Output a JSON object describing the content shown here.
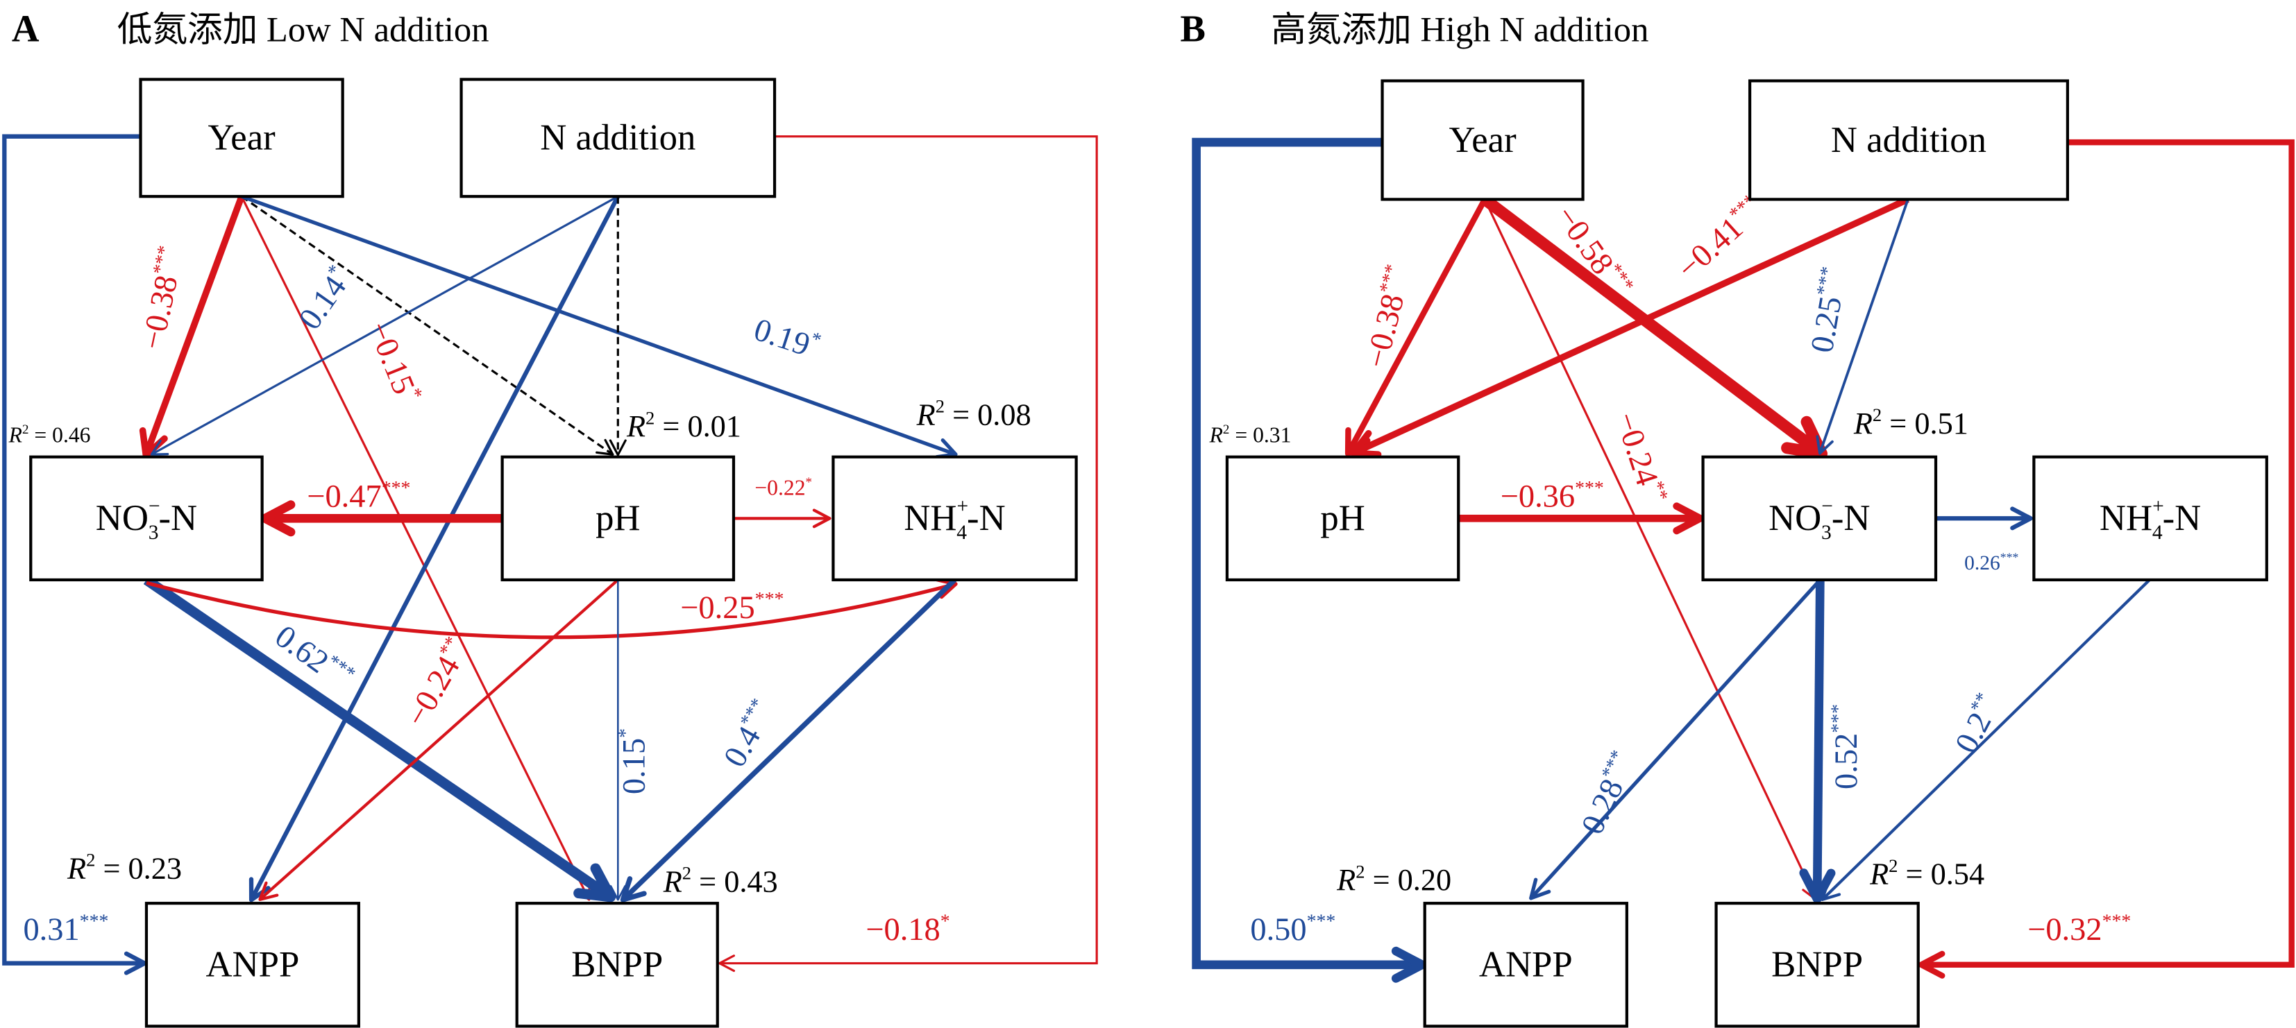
{
  "colors": {
    "positive": "#1f4a99",
    "negative": "#d7141b",
    "neutral": "#000000"
  },
  "r2_symbol": "R",
  "r2_exp": "2",
  "r2_eq": " = ",
  "panels": [
    {
      "letter": "A",
      "title": "低氮添加 Low N addition",
      "nodes": {
        "year": {
          "label": "Year"
        },
        "nadd": {
          "label": "N addition"
        },
        "no3": {
          "base": "NO",
          "sub": "3",
          "sup": "−",
          "suffix": "-N"
        },
        "ph": {
          "label": "pH"
        },
        "nh4": {
          "base": "NH",
          "sub": "4",
          "sup": "+",
          "suffix": "-N"
        },
        "anpp": {
          "label": "ANPP"
        },
        "bnpp": {
          "label": "BNPP"
        }
      },
      "r2": {
        "no3": "0.46",
        "ph": "0.01",
        "nh4": "0.08",
        "anpp": "0.23",
        "bnpp": "0.43"
      },
      "paths": {
        "year_no3": {
          "coef": "−0.38",
          "sig": "***",
          "sign": "negative"
        },
        "year_bnpp": {
          "coef": "−0.15",
          "sig": "*",
          "sign": "negative"
        },
        "year_ph": {
          "sign": "neutral",
          "style": "dashed"
        },
        "year_nh4": {
          "coef": "0.19",
          "sig": "*",
          "sign": "positive"
        },
        "nadd_no3": {
          "coef": "0.14",
          "sig": "*",
          "sign": "positive"
        },
        "nadd_anpp": {
          "sign": "positive"
        },
        "nadd_ph": {
          "sign": "neutral",
          "style": "dashed"
        },
        "ph_no3": {
          "coef": "−0.47",
          "sig": "***",
          "sign": "negative"
        },
        "ph_nh4": {
          "coef": "−0.22",
          "sig": "*",
          "sign": "negative"
        },
        "no3_bnpp": {
          "coef": "0.62",
          "sig": "***",
          "sign": "positive"
        },
        "no3_nh4": {
          "coef": "−0.25",
          "sig": "***",
          "sign": "negative"
        },
        "ph_anpp": {
          "coef": "−0.24",
          "sig": "**",
          "sign": "negative"
        },
        "ph_bnpp": {
          "coef": "0.15",
          "sig": "*",
          "sign": "positive"
        },
        "nh4_bnpp": {
          "coef": "0.4",
          "sig": "***",
          "sign": "positive"
        },
        "year_anpp": {
          "coef": "0.31",
          "sig": "***",
          "sign": "positive"
        },
        "nadd_bnpp": {
          "coef": "−0.18",
          "sig": "*",
          "sign": "negative"
        }
      }
    },
    {
      "letter": "B",
      "title": "高氮添加 High N addition",
      "nodes": {
        "year": {
          "label": "Year"
        },
        "nadd": {
          "label": "N addition"
        },
        "ph": {
          "label": "pH"
        },
        "no3": {
          "base": "NO",
          "sub": "3",
          "sup": "−",
          "suffix": "-N"
        },
        "nh4": {
          "base": "NH",
          "sub": "4",
          "sup": "+",
          "suffix": "-N"
        },
        "anpp": {
          "label": "ANPP"
        },
        "bnpp": {
          "label": "BNPP"
        }
      },
      "r2": {
        "ph": "0.31",
        "no3": "0.51",
        "anpp": "0.20",
        "bnpp": "0.54"
      },
      "paths": {
        "year_ph": {
          "coef": "−0.38",
          "sig": "***",
          "sign": "negative"
        },
        "year_no3": {
          "coef": "−0.58",
          "sig": "***",
          "sign": "negative"
        },
        "nadd_ph": {
          "coef": "−0.41",
          "sig": "***",
          "sign": "negative"
        },
        "nadd_no3": {
          "coef": "0.25",
          "sig": "***",
          "sign": "positive"
        },
        "year_bnpp": {
          "coef": "−0.24",
          "sig": "**",
          "sign": "negative"
        },
        "ph_no3": {
          "coef": "−0.36",
          "sig": "***",
          "sign": "negative"
        },
        "no3_nh4": {
          "coef": "0.26",
          "sig": "***",
          "sign": "positive"
        },
        "no3_anpp": {
          "coef": "0.28",
          "sig": "***",
          "sign": "positive"
        },
        "no3_bnpp": {
          "coef": "0.52",
          "sig": "***",
          "sign": "positive"
        },
        "nh4_bnpp": {
          "coef": "0.2",
          "sig": "**",
          "sign": "positive"
        },
        "year_anpp": {
          "coef": "0.50",
          "sig": "***",
          "sign": "positive"
        },
        "nadd_bnpp": {
          "coef": "−0.32",
          "sig": "***",
          "sign": "negative"
        }
      }
    }
  ]
}
